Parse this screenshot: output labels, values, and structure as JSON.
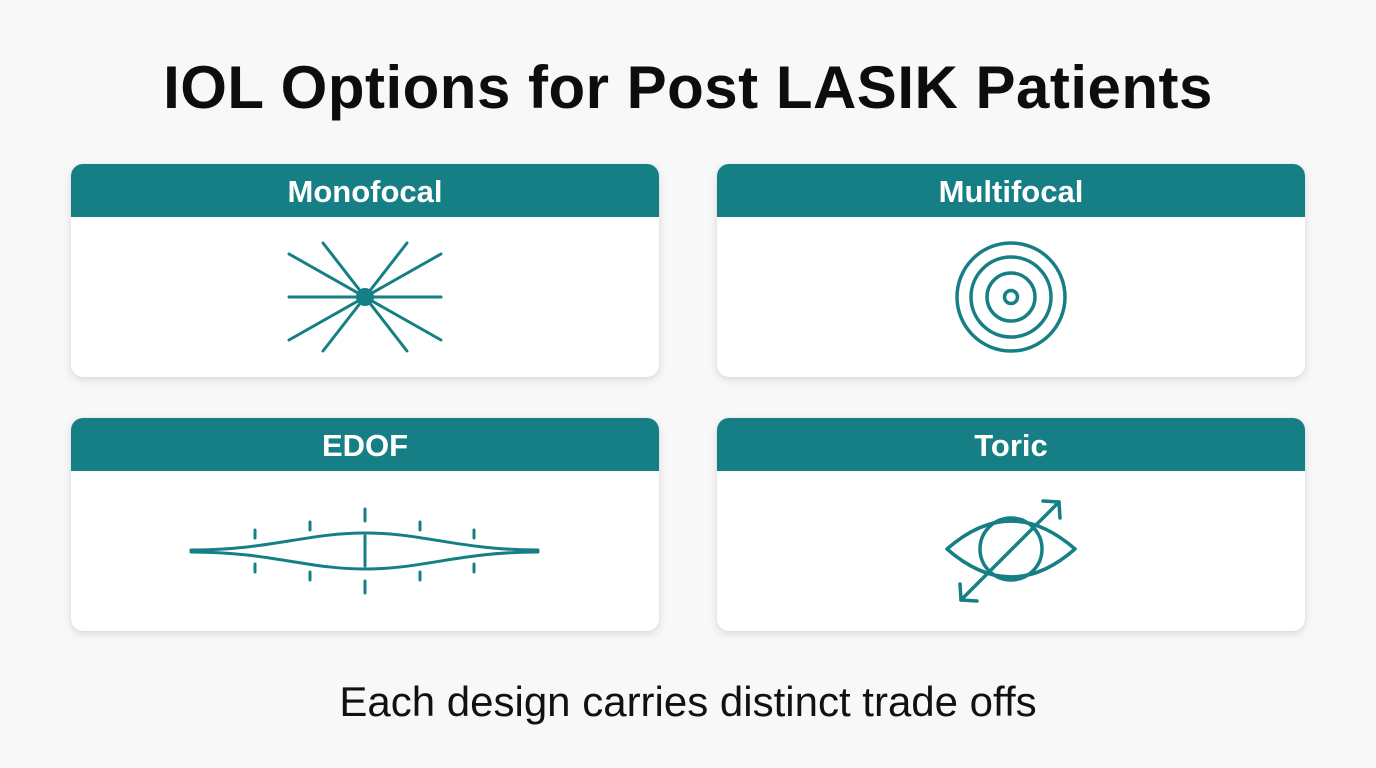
{
  "title": "IOL Options for Post LASIK Patients",
  "cards": [
    {
      "label": "Monofocal",
      "icon": "radiating-lines-icon"
    },
    {
      "label": "Multifocal",
      "icon": "concentric-rings-icon"
    },
    {
      "label": "EDOF",
      "icon": "extended-focus-icon"
    },
    {
      "label": "Toric",
      "icon": "eye-arrow-icon"
    }
  ],
  "footer": "Each design carries distinct trade offs",
  "colors": {
    "accent": "#167f85",
    "background": "#f8f8f8",
    "card": "#ffffff",
    "text": "#111111"
  }
}
